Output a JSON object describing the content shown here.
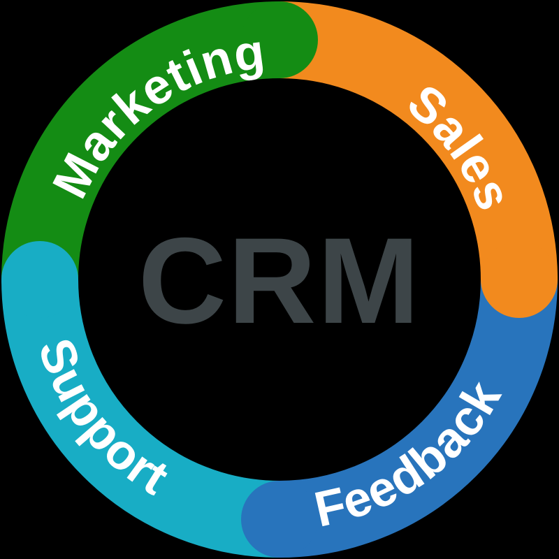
{
  "background": "#000000",
  "center": {
    "label": "CRM",
    "color": "#3d4548"
  },
  "label_color": "#ffffff",
  "segments": [
    {
      "name": "Marketing",
      "color": "#148c14",
      "position": "top-left"
    },
    {
      "name": "Sales",
      "color": "#f28a1e",
      "position": "top-right"
    },
    {
      "name": "Feedback",
      "color": "#2874bc",
      "position": "bottom-right"
    },
    {
      "name": "Support",
      "color": "#18adc5",
      "position": "bottom-left"
    }
  ]
}
